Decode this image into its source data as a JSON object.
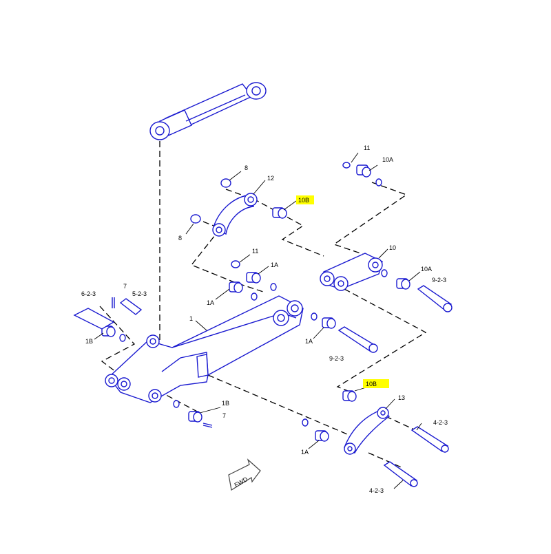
{
  "colors": {
    "part_stroke": "#1a1ad0",
    "highlight": "#ffff00",
    "line": "#000000"
  },
  "callouts": {
    "c11_top": "11",
    "c10a_top": "10A",
    "c8_top": "8",
    "c12": "12",
    "c10b_top": "10B",
    "c8_left": "8",
    "c11_mid": "11",
    "c1a_mid": "1A",
    "c10": "10",
    "c10a_mid": "10A",
    "c9_2_3_right": "9-2-3",
    "c7_top": "7",
    "c5_2_3": "5-2-3",
    "c6_2_3": "6-2-3",
    "c1a_left": "1A",
    "c1": "1",
    "c1b_left": "1B",
    "c1a_center": "1A",
    "c9_2_3_center": "9-2-3",
    "c10b_bottom": "10B",
    "c13": "13",
    "c1b_bottom": "1B",
    "c7_bottom": "7",
    "c4_2_3_right": "4-2-3",
    "c1a_bottom": "1A",
    "c4_2_3_bottom": "4-2-3"
  },
  "fwd_label": "FWD"
}
